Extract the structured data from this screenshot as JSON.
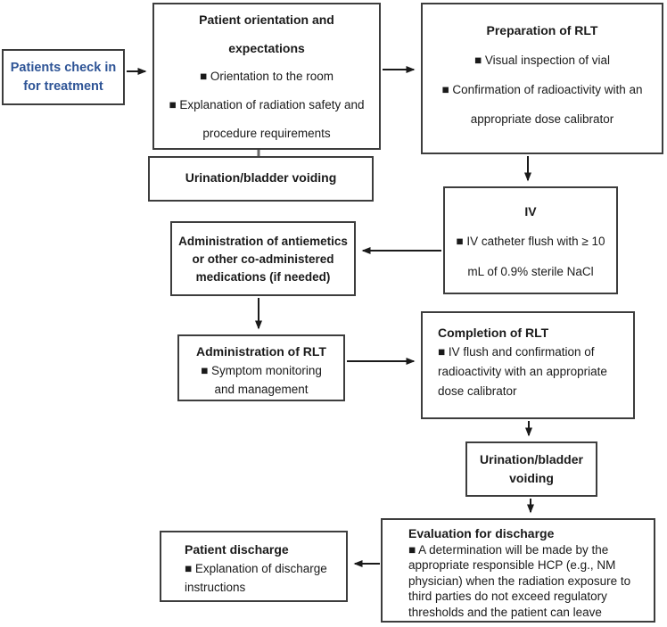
{
  "diagram_title": "RLT treatment day patient workflow",
  "colors": {
    "accent_blue": "#2e5496",
    "box_border": "#3d3d3d",
    "arrow": "#1a1a1a",
    "background": "#ffffff"
  },
  "boxes": {
    "check_in": {
      "lines": [
        "Patients check in",
        "for treatment"
      ]
    },
    "orientation": {
      "lines": [
        "Patient orientation and",
        "expectations",
        "■ Orientation to the room",
        "■ Explanation of radiation safety and",
        "procedure requirements"
      ]
    },
    "urination_1": {
      "lines": [
        "Urination/bladder voiding"
      ]
    },
    "preparation": {
      "lines": [
        "Preparation of RLT",
        "■ Visual inspection of vial",
        "■ Confirmation of radioactivity with an",
        "appropriate dose calibrator"
      ]
    },
    "iv": {
      "lines": [
        "IV",
        "■ IV catheter flush with ≥ 10",
        "mL of 0.9% sterile NaCl"
      ]
    },
    "antiemetics": {
      "lines": [
        "Administration of antiemetics",
        "or other co-administered",
        "medications (if needed)"
      ]
    },
    "admin_rlt": {
      "lines": [
        "Administration of RLT",
        "■ Symptom monitoring",
        "and management"
      ]
    },
    "completion": {
      "lines": [
        "Completion of RLT",
        "■ IV flush and confirmation of",
        "radioactivity with an appropriate",
        "dose calibrator"
      ]
    },
    "urination_2": {
      "lines": [
        "Urination/bladder",
        "voiding"
      ]
    },
    "evaluation": {
      "lines": [
        "Evaluation for discharge",
        "■ A determination will be made by the",
        "appropriate responsible HCP (e.g., NM",
        "physician) when the radiation exposure to",
        "third parties do not exceed regulatory",
        "thresholds and the patient can leave"
      ]
    },
    "discharge": {
      "lines": [
        "Patient discharge",
        "■ Explanation of discharge",
        "instructions"
      ]
    }
  }
}
